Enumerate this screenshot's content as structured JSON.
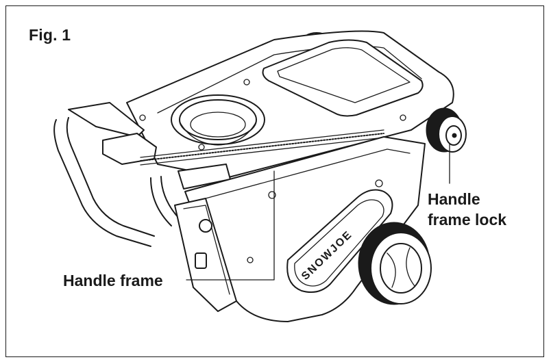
{
  "figure": {
    "label": "Fig. 1"
  },
  "callouts": {
    "handle_frame_lock": [
      "Handle",
      "frame lock"
    ],
    "handle_frame": "Handle frame"
  },
  "product": {
    "brand_text": "SNOWJOE"
  },
  "colors": {
    "ink": "#1a1a1a",
    "paper": "#ffffff"
  }
}
